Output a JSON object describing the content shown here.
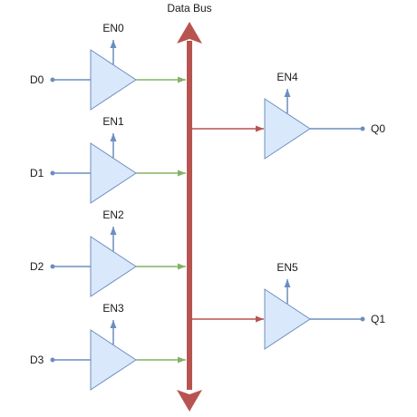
{
  "bus": {
    "label": "Data Bus",
    "color": "#b85450"
  },
  "colors": {
    "input_line": "#6c8ebf",
    "buffer_fill": "#dae8fc",
    "buffer_stroke": "#6c8ebf",
    "to_bus_arrow": "#82b366",
    "from_bus_arrow": "#b85450"
  },
  "input_buffers": [
    {
      "input": "D0",
      "enable": "EN0"
    },
    {
      "input": "D1",
      "enable": "EN1"
    },
    {
      "input": "D2",
      "enable": "EN2"
    },
    {
      "input": "D3",
      "enable": "EN3"
    }
  ],
  "output_buffers": [
    {
      "enable": "EN4",
      "output": "Q0"
    },
    {
      "enable": "EN5",
      "output": "Q1"
    }
  ]
}
